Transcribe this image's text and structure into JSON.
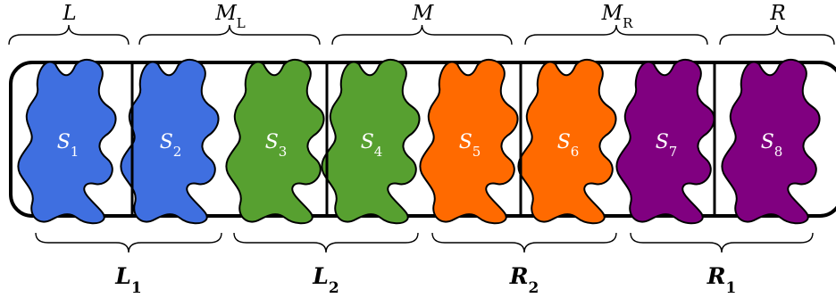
{
  "top_braces": [
    {
      "var": "L",
      "sub": ""
    },
    {
      "var": "M",
      "sub": "L"
    },
    {
      "var": "M",
      "sub": ""
    },
    {
      "var": "M",
      "sub": "R"
    },
    {
      "var": "R",
      "sub": ""
    }
  ],
  "blobs": [
    {
      "var": "S",
      "sub": "1",
      "color": "#3f6fe0"
    },
    {
      "var": "S",
      "sub": "2",
      "color": "#3f6fe0"
    },
    {
      "var": "S",
      "sub": "3",
      "color": "#57a030"
    },
    {
      "var": "S",
      "sub": "4",
      "color": "#57a030"
    },
    {
      "var": "S",
      "sub": "5",
      "color": "#ff6a00"
    },
    {
      "var": "S",
      "sub": "6",
      "color": "#ff6a00"
    },
    {
      "var": "S",
      "sub": "7",
      "color": "#800080"
    },
    {
      "var": "S",
      "sub": "8",
      "color": "#800080"
    }
  ],
  "bottom_braces": [
    {
      "var": "L",
      "sub": "1"
    },
    {
      "var": "L",
      "sub": "2"
    },
    {
      "var": "R",
      "sub": "2"
    },
    {
      "var": "R",
      "sub": "1"
    }
  ],
  "colors": {
    "stroke": "#000000",
    "label_on_blob": "#ffffff",
    "background": "#ffffff"
  }
}
